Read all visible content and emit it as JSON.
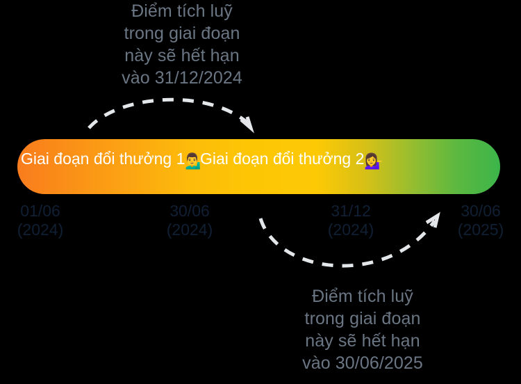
{
  "background_color": "#000000",
  "annotations": {
    "top": {
      "text": "Điểm tích luỹ\ntrong giai đoạn\nnày sẽ hết hạn\nvào 31/12/2024",
      "color": "#6b7684"
    },
    "bottom": {
      "text": "Điểm tích luỹ\ntrong giai đoạn\nnày sẽ hết hạn\nvào 30/06/2025",
      "color": "#6b7684"
    }
  },
  "timeline": {
    "gradient_start_color": "#f97c1e",
    "gradient_mid_color": "#fdc905",
    "gradient_end_color": "#3cb54a",
    "phases": [
      {
        "label": "Giai đoạn đổi\nthưởng 1",
        "emoji": "💁‍♂️",
        "emoji_name": "person-tipping-hand-man-emoji",
        "text_color": "#ffffff"
      },
      {
        "label": "Giai đoạn đổi\nthưởng 2",
        "emoji": "💁‍♀️",
        "emoji_name": "person-tipping-hand-woman-emoji",
        "text_color": "#ffffff"
      }
    ],
    "dates": [
      "01/06\n(2024)",
      "30/06\n(2024)",
      "31/12\n(2024)",
      "30/06\n(2025)"
    ],
    "date_color": "#101f33"
  },
  "arrows": {
    "color": "#e3e7ea",
    "top_arrow_name": "dashed-arc-arrow-phase-1-expiry",
    "bottom_arrow_name": "dashed-arc-arrow-phase-2-expiry"
  }
}
